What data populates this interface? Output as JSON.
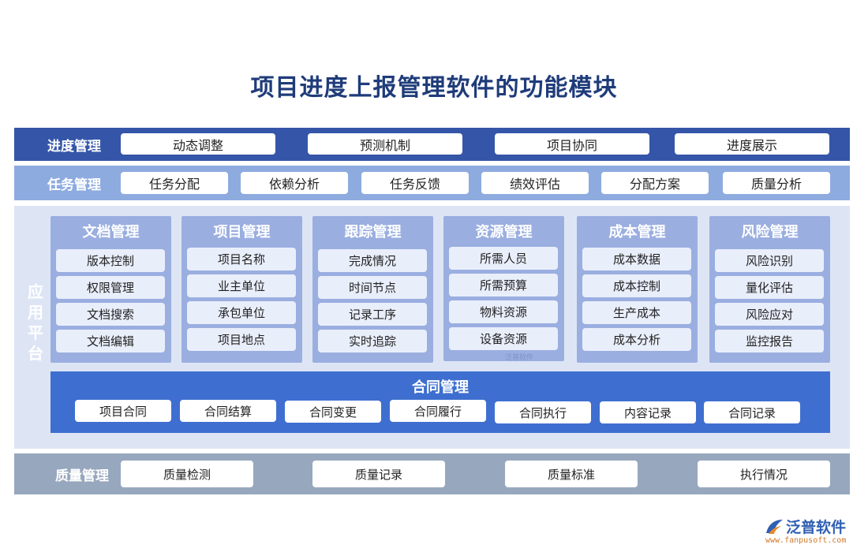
{
  "title": "项目进度上报管理软件的功能模块",
  "progress_row": {
    "label": "进度管理",
    "items": [
      "动态调整",
      "预测机制",
      "项目协同",
      "进度展示"
    ]
  },
  "task_row": {
    "label": "任务管理",
    "items": [
      "任务分配",
      "依赖分析",
      "任务反馈",
      "绩效评估",
      "分配方案",
      "质量分析"
    ]
  },
  "platform": {
    "label": "应用平台",
    "modules": [
      {
        "title": "文档管理",
        "items": [
          "版本控制",
          "权限管理",
          "文档搜索",
          "文档编辑"
        ]
      },
      {
        "title": "项目管理",
        "items": [
          "项目名称",
          "业主单位",
          "承包单位",
          "项目地点"
        ]
      },
      {
        "title": "跟踪管理",
        "items": [
          "完成情况",
          "时间节点",
          "记录工序",
          "实时追踪"
        ]
      },
      {
        "title": "资源管理",
        "items": [
          "所需人员",
          "所需预算",
          "物料资源",
          "设备资源"
        ]
      },
      {
        "title": "成本管理",
        "items": [
          "成本数据",
          "成本控制",
          "生产成本",
          "成本分析"
        ]
      },
      {
        "title": "风险管理",
        "items": [
          "风险识别",
          "量化评估",
          "风险应对",
          "监控报告"
        ]
      }
    ],
    "watermark": "泛普软件",
    "contract": {
      "title": "合同管理",
      "items": [
        "项目合同",
        "合同结算",
        "合同变更",
        "合同履行",
        "合同执行",
        "内容记录",
        "合同记录"
      ]
    }
  },
  "quality_row": {
    "label": "质量管理",
    "items": [
      "质量检测",
      "质量记录",
      "质量标准",
      "执行情况"
    ]
  },
  "brand": {
    "name": "泛普软件",
    "url": "www.fanpusoft.com",
    "icon": "fanpu-logo-icon"
  },
  "colors": {
    "title": "#1f3c7a",
    "progress_band": "#3556a8",
    "task_band": "#8eabe0",
    "platform_bg": "#dde5f5",
    "module_bg": "#9aaee0",
    "contract_bg": "#3e6fd0",
    "quality_band": "#97a7bd"
  }
}
